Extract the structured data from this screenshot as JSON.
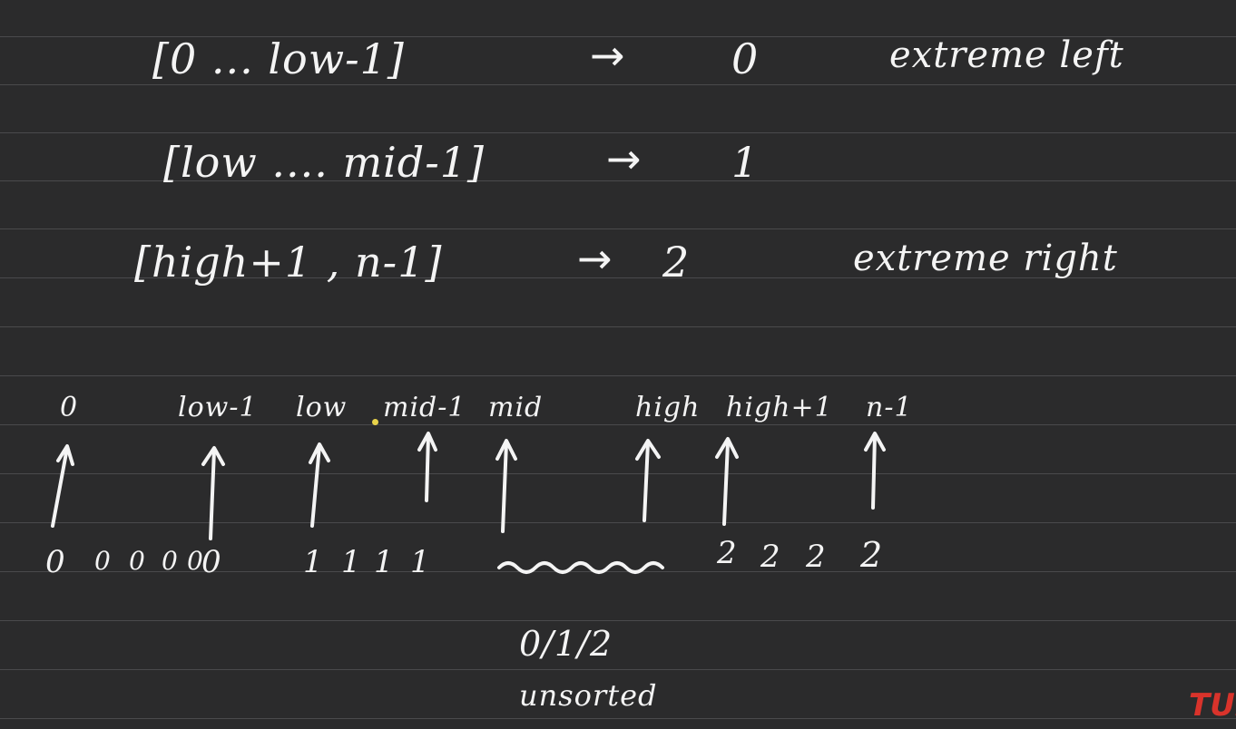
{
  "rules": [
    {
      "range": "[0 ... low-1]",
      "arrow": "→",
      "value": "0",
      "note": "extreme left"
    },
    {
      "range": "[low .... mid-1]",
      "arrow": "→",
      "value": "1",
      "note": ""
    },
    {
      "range": "[high+1 , n-1]",
      "arrow": "→",
      "value": "2",
      "note": "extreme right"
    }
  ],
  "pointer_labels": {
    "zero": "0",
    "low_minus_1": "low-1",
    "low": "low",
    "mid_minus_1": "mid-1",
    "mid": "mid",
    "high": "high",
    "high_plus_1": "high+1",
    "n_minus_1": "n-1"
  },
  "groups": {
    "zeros": [
      "0",
      "0",
      "0",
      "0",
      "0",
      "0"
    ],
    "ones": [
      "1",
      "1",
      "1",
      "1"
    ],
    "squiggle": "~~~~~~",
    "twos": [
      "2",
      "2",
      "2",
      "2"
    ]
  },
  "unsorted": {
    "values": "0/1/2",
    "label": "unsorted"
  },
  "watermark": "TUF",
  "colors": {
    "background": "#2b2b2c",
    "ink": "#f4f4f4",
    "watermark": "#d9332b"
  }
}
